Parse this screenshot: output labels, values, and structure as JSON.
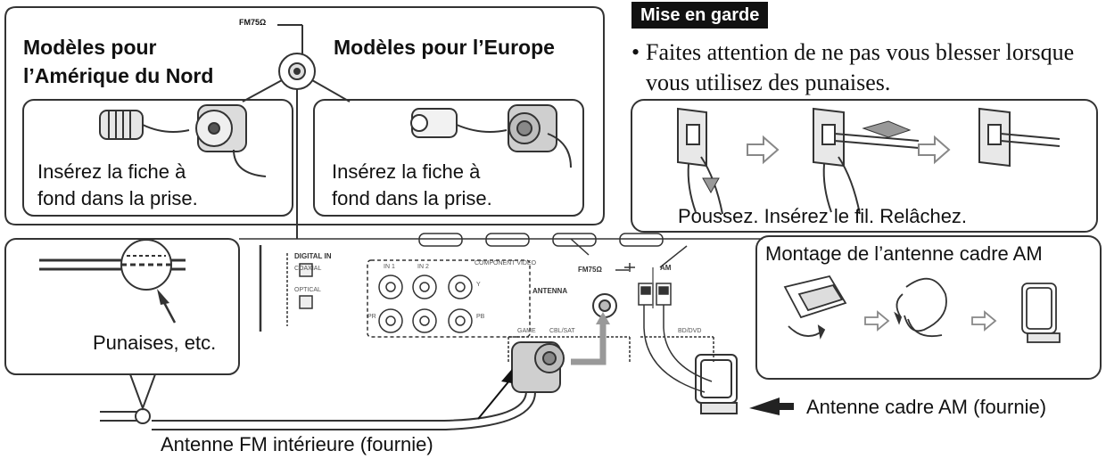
{
  "left_panel": {
    "connector_label": "FM75Ω",
    "na_title_line1": "Modèles pour",
    "na_title_line2": "l’Amérique du Nord",
    "eu_title": "Modèles pour l’Europe",
    "na_instruction_line1": "Insérez la fiche à",
    "na_instruction_line2": "fond dans la prise.",
    "eu_instruction_line1": "Insérez la fiche à",
    "eu_instruction_line2": "fond dans la prise."
  },
  "caution": {
    "badge": "Mise en garde",
    "bullet": "•",
    "line1": "Faites attention de ne pas vous blesser lorsque",
    "line2": "vous utilisez des punaises.",
    "steps_caption": "Poussez. Insérez le fil. Relâchez."
  },
  "tack_panel": {
    "label": "Punaises, etc."
  },
  "receiver": {
    "digital_in": "DIGITAL IN",
    "coaxial": "COAXIAL",
    "optical": "OPTICAL",
    "in1": "IN 1",
    "in2": "IN 2",
    "component_video": "COMPONENT VIDEO",
    "y": "Y",
    "pb": "PB",
    "pr": "PR",
    "antenna": "ANTENNA",
    "fm_jack": "FM75Ω",
    "am": "AM",
    "game": "GAME",
    "cbl_sat": "CBL/SAT",
    "bd_dvd": "BD/DVD"
  },
  "am_assembly": {
    "title": "Montage de l’antenne cadre AM"
  },
  "callouts": {
    "am_antenna": "Antenne cadre AM (fournie)",
    "fm_antenna": "Antenne FM intérieure (fournie)"
  },
  "colors": {
    "line": "#333333",
    "arrow_gray": "#888888",
    "fill_light": "#cccccc",
    "badge_bg": "#111111"
  }
}
